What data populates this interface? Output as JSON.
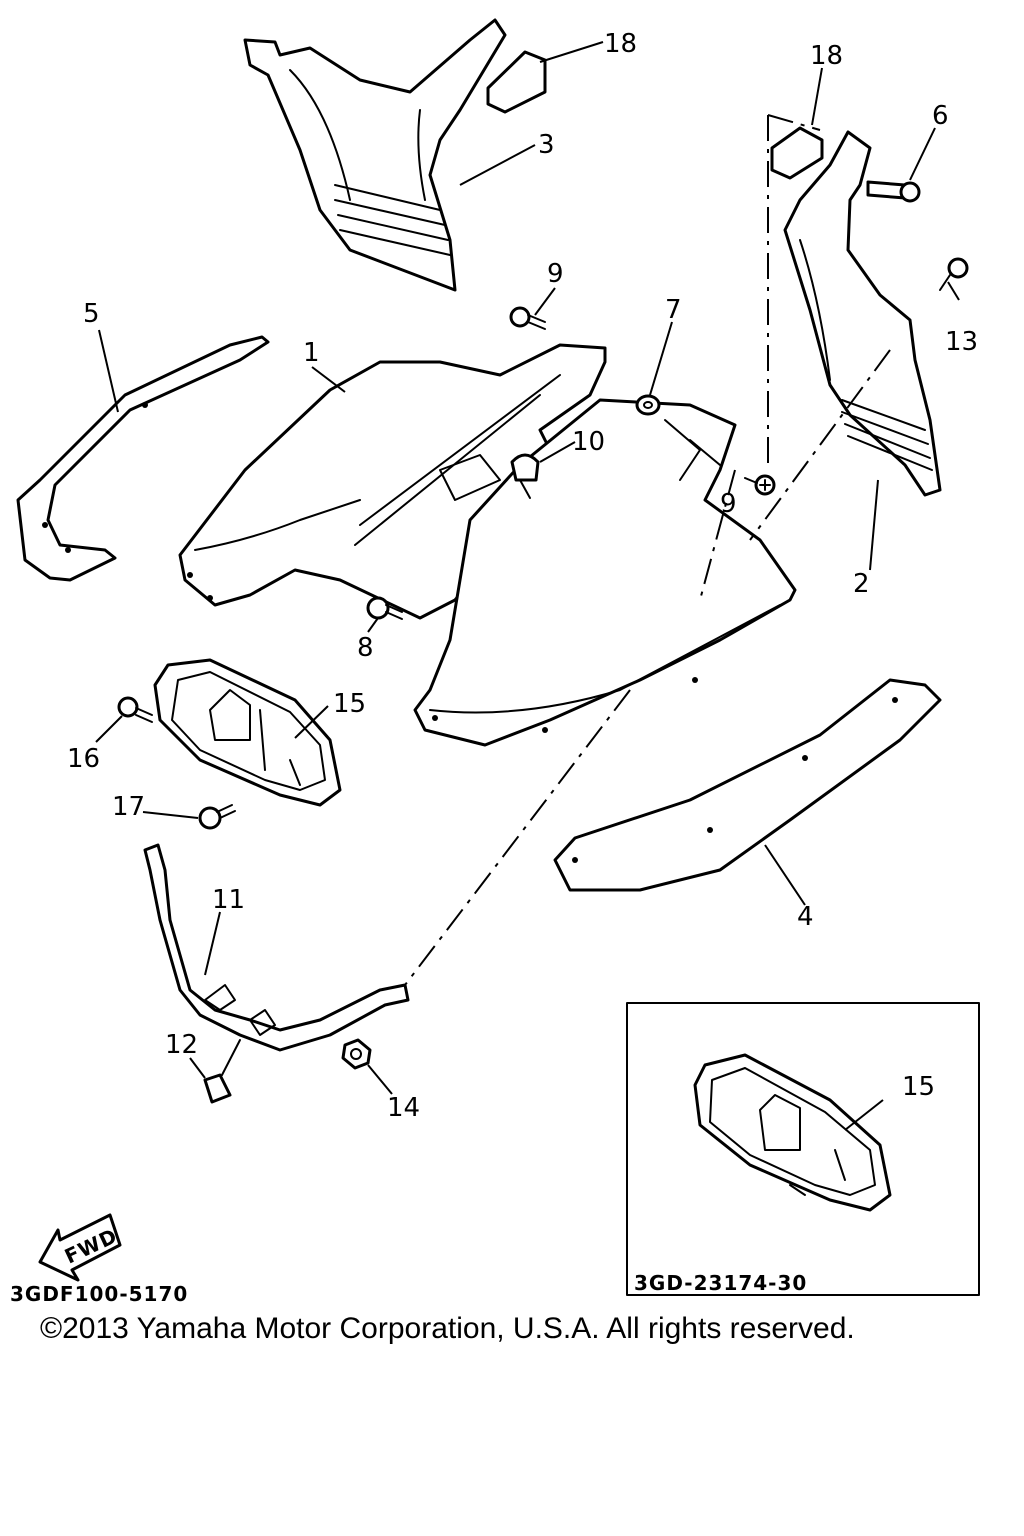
{
  "callouts": {
    "c1": "1",
    "c2": "2",
    "c3": "3",
    "c4": "4",
    "c5": "5",
    "c6": "6",
    "c7": "7",
    "c8": "8",
    "c9a": "9",
    "c9b": "9",
    "c10": "10",
    "c11": "11",
    "c12": "12",
    "c13": "13",
    "c14": "14",
    "c15a": "15",
    "c15b": "15",
    "c16": "16",
    "c17": "17",
    "c18a": "18",
    "c18b": "18"
  },
  "fwd_label": "FWD",
  "diagram_code": "3GDF100-5170",
  "inset_code": "3GD-23174-30",
  "copyright": "©2013 Yamaha Motor Corporation, U.S.A. All rights reserved."
}
